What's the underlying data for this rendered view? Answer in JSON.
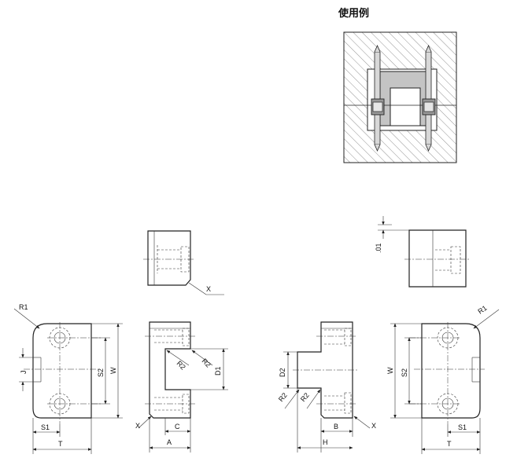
{
  "title": "使用例",
  "colors": {
    "line": "#222222",
    "hatch": "#555555",
    "fill_grey": "#c8c8c8",
    "part_grey": "#b3b3b3"
  },
  "labels": {
    "R1": "R1",
    "J": "J",
    "S2": "S2",
    "W": "W",
    "S1": "S1",
    "T": "T",
    "R2": "R2",
    "D1": "D1",
    "D2": "D2",
    "X": "X",
    "C": "C",
    "A": "A",
    "B": "B",
    "H": "H",
    "tol": ".01"
  }
}
